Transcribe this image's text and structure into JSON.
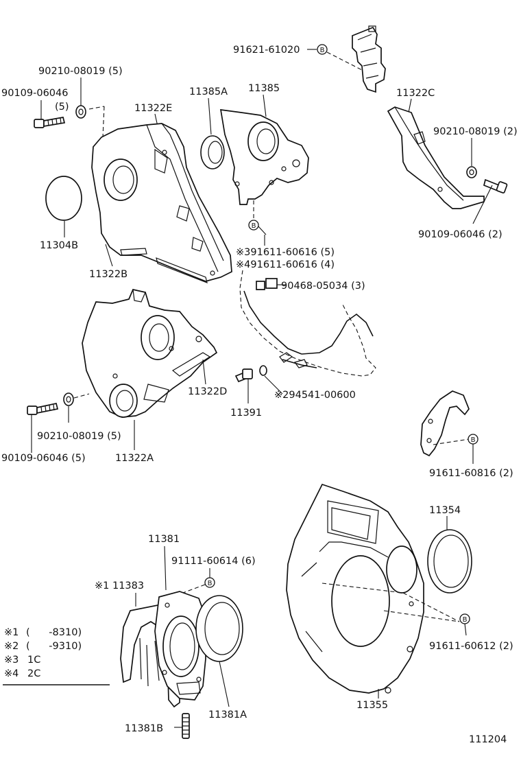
{
  "labels": {
    "p91621": "91621-61020",
    "p90210_top": "90210-08019 (5)",
    "p90109_top": "90109-06046",
    "p90109_top_qty": "(5)",
    "p11385a": "11385A",
    "p11385": "11385",
    "p11322e": "11322E",
    "p11322c": "11322C",
    "p90210_right": "90210-08019 (2)",
    "p90109_right": "90109-06046 (2)",
    "p11304b": "11304B",
    "p11322b": "11322B",
    "p91611_606_a": "※391611-60616 (5)",
    "p91611_606_b": "※491611-60616 (4)",
    "p90468": "90468-05034 (3)",
    "p11322d": "11322D",
    "p94541": "※294541-00600",
    "p11391": "11391",
    "p90210_left": "90210-08019 (5)",
    "p90109_left": "90109-06046 (5)",
    "p11322a": "11322A",
    "p91611_608": "91611-60816 (2)",
    "p11354": "11354",
    "p11381": "11381",
    "p91111": "91111-60614 (6)",
    "p11383": "※1 11383",
    "p91611_612": "91611-60612 (2)",
    "p11381a": "11381A",
    "p11381b": "11381B",
    "p11355": "11355",
    "diagram_no": "111204"
  },
  "notes": [
    {
      "mark": "※1",
      "value": "(      -8310)"
    },
    {
      "mark": "※2",
      "value": "(      -9310)"
    },
    {
      "mark": "※3",
      "value": "1C"
    },
    {
      "mark": "※4",
      "value": "2C"
    }
  ],
  "badge_letter": "B"
}
